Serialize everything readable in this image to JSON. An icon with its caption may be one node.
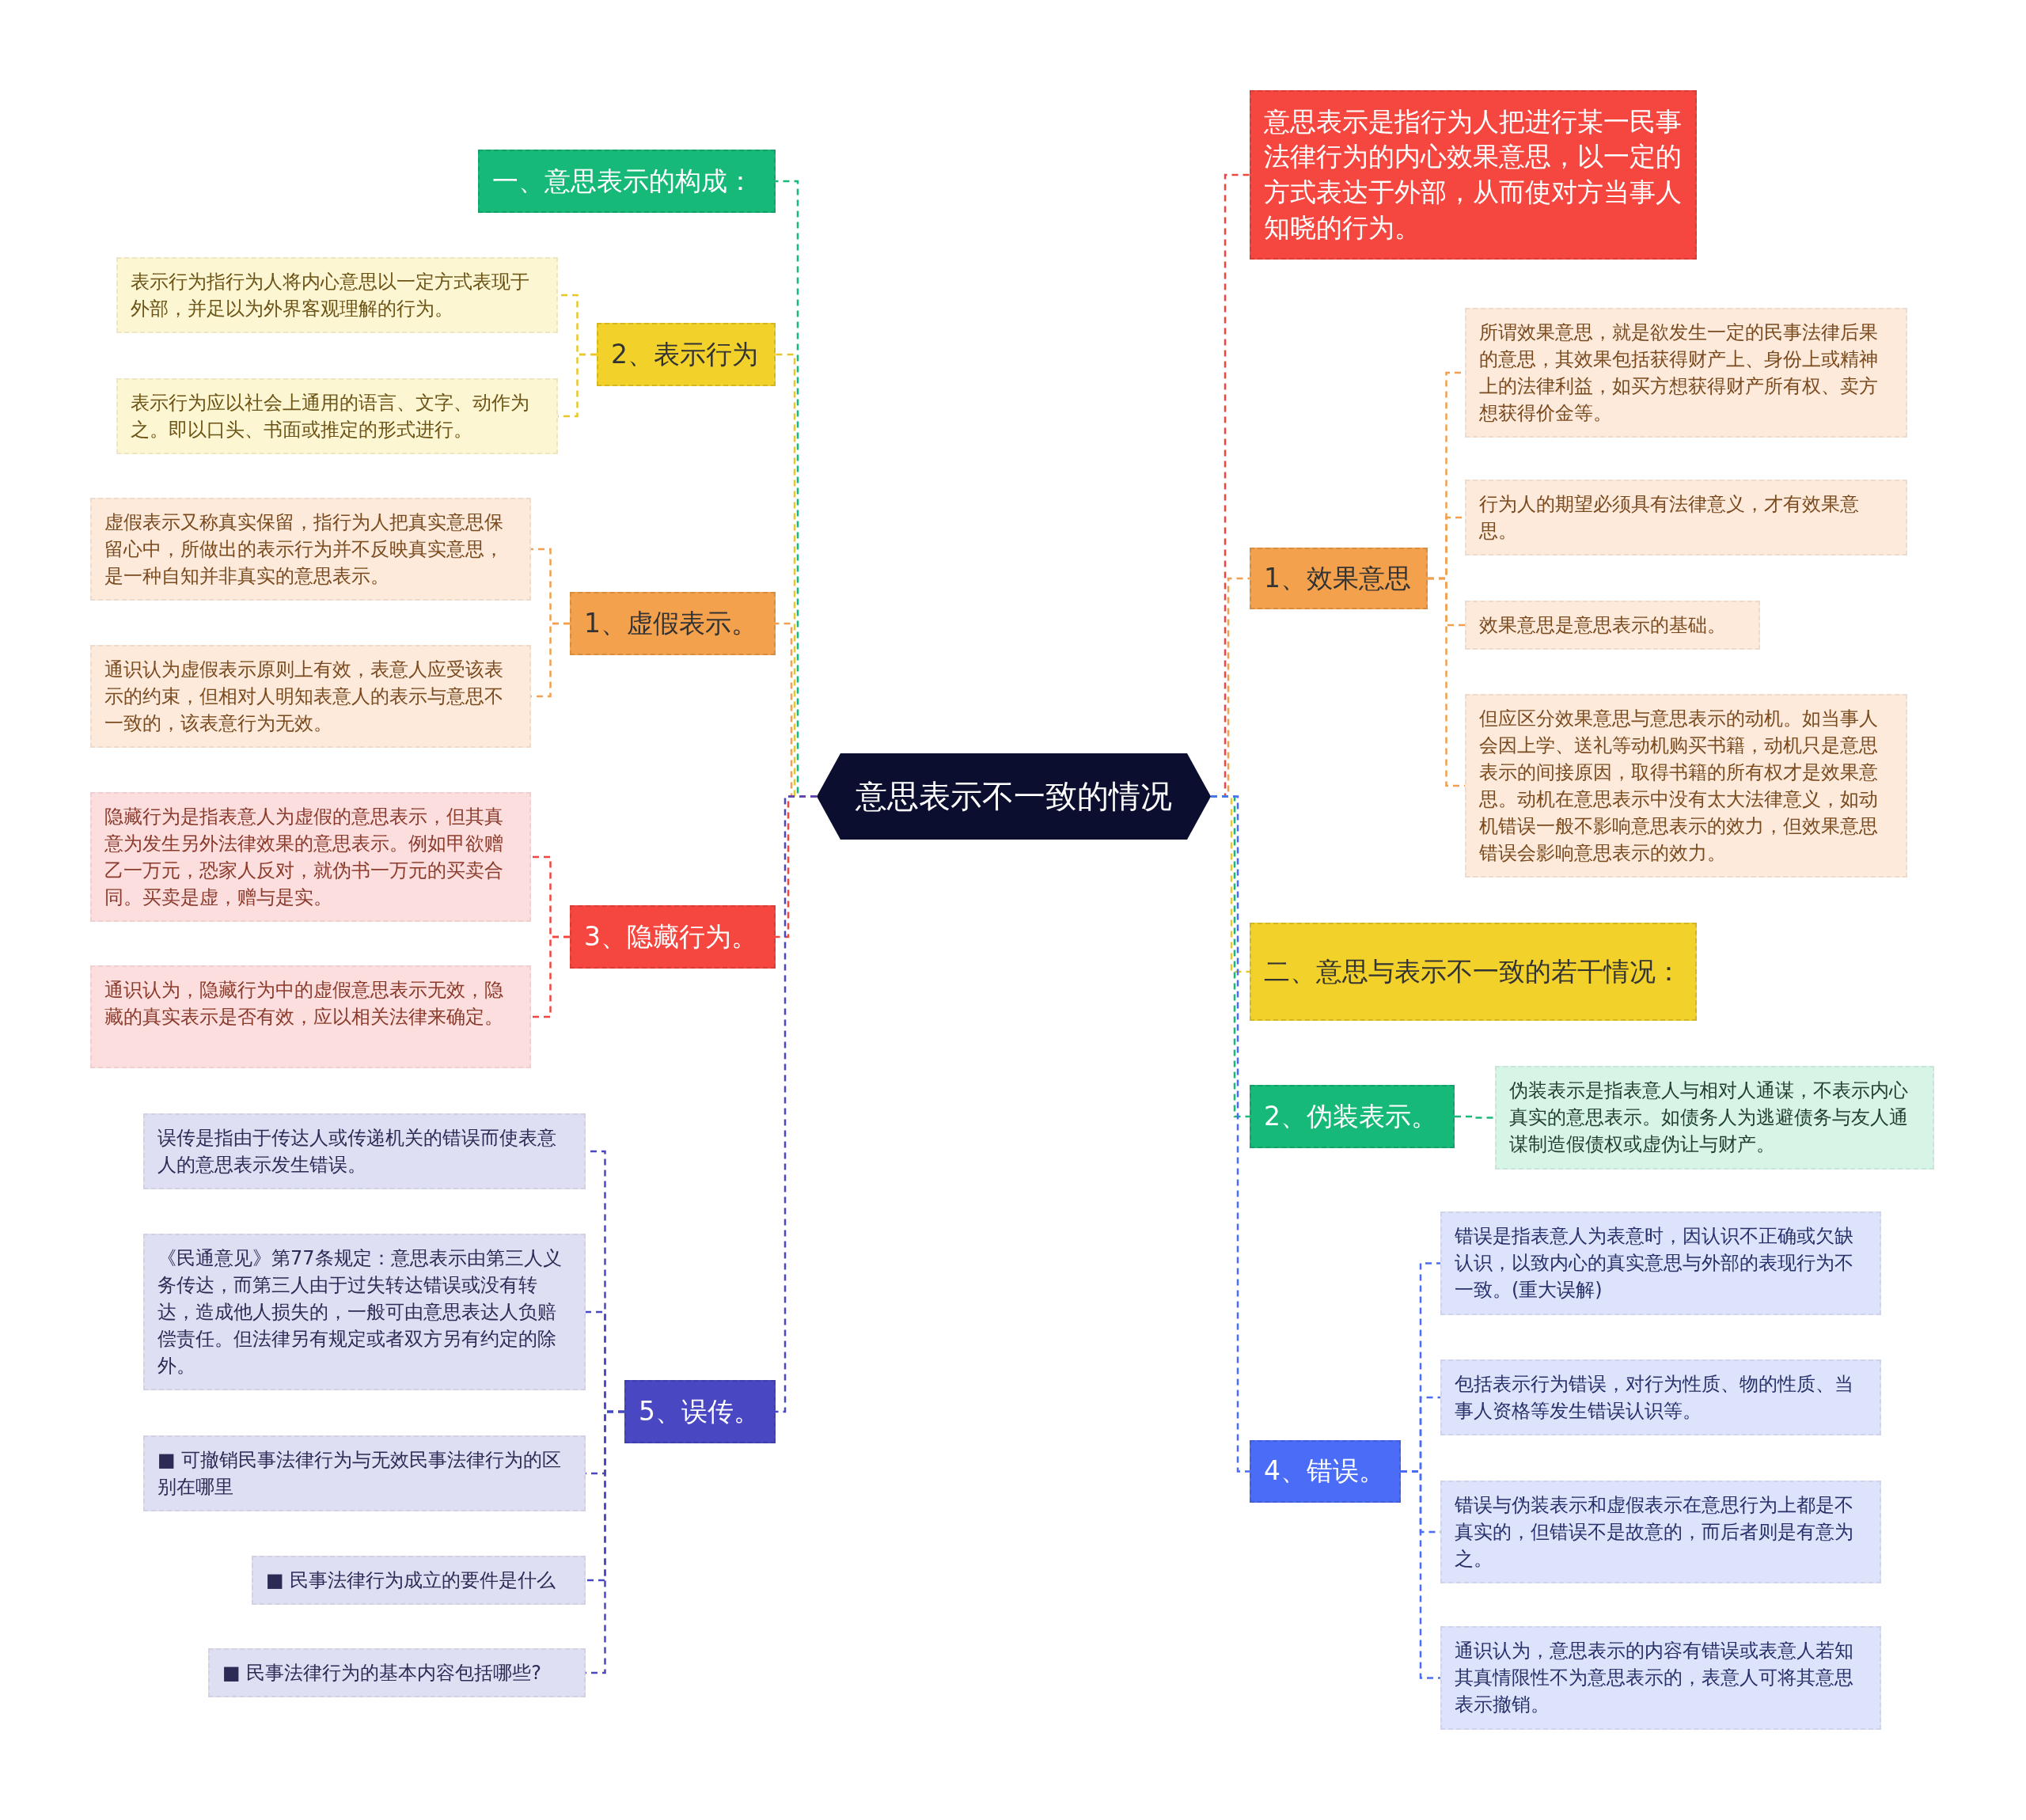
{
  "diagram": {
    "nodes": [
      {
        "text": [
          "意思表示不一致的情况"
        ]
      },
      {
        "text": [
          "一、意思表示的构成："
        ]
      },
      {
        "text": [
          "2、表示行为"
        ]
      },
      {
        "text": [
          "表示行为指行为人将内心意思以一定方式表现于外部，并足以为外界客观理解的行为。"
        ]
      },
      {
        "text": [
          "表示行为应以社会上通用的语言、文字、动作为之。即以口头、书面或推定的形式进行。"
        ]
      },
      {
        "text": [
          "1、虚假表示。"
        ]
      },
      {
        "text": [
          "虚假表示又称真实保留，指行为人把真实意思保留心中，所做出的表示行为并不反映真实意思，是一种自知并非真实的意思表示。"
        ]
      },
      {
        "text": [
          "通识认为虚假表示原则上有效，表意人应受该表示的约束，但相对人明知表意人的表示与意思不一致的，该表意行为无效。"
        ]
      },
      {
        "text": [
          "3、隐藏行为。"
        ]
      },
      {
        "text": [
          "隐藏行为是指表意人为虚假的意思表示，但其真意为发生另外法律效果的意思表示。例如甲欲赠乙一万元，恐家人反对，就伪书一万元的买卖合同。买卖是虚，赠与是实。"
        ]
      },
      {
        "text": [
          "通识认为，隐藏行为中的虚假意思表示无效，隐藏的真实表示是否有效，应以相关法律来确定。"
        ]
      },
      {
        "text": [
          "5、误传。"
        ]
      },
      {
        "text": [
          "误传是指由于传达人或传递机关的错误而使表意人的意思表示发生错误。"
        ]
      },
      {
        "text": [
          "《民通意见》第77条规定：意思表示由第三人义务传达，而第三人由于过失转达错误或没有转达，造成他人损失的，一般可由意思表达人负赔偿责任。但法律另有规定或者双方另有约定的除外。"
        ]
      },
      {
        "text": [
          "■ 可撤销民事法律行为与无效民事法律行为的区别在哪里"
        ]
      },
      {
        "text": [
          "■ 民事法律行为成立的要件是什么"
        ]
      },
      {
        "text": [
          "■ 民事法律行为的基本内容包括哪些?"
        ]
      },
      {
        "text": [
          "意思表示是指行为人把进行某一民事法律行为的内心效果意思，以一定的方式表达于外部，从而使对方当事人知晓的行为。"
        ]
      },
      {
        "text": [
          "1、效果意思"
        ]
      },
      {
        "text": [
          "所谓效果意思，就是欲发生一定的民事法律后果的意思，其效果包括获得财产上、身份上或精神上的法律利益，如买方想获得财产所有权、卖方想获得价金等。"
        ]
      },
      {
        "text": [
          "行为人的期望必须具有法律意义，才有效果意思。"
        ]
      },
      {
        "text": [
          "效果意思是意思表示的基础。"
        ]
      },
      {
        "text": [
          "但应区分效果意思与意思表示的动机。如当事人会因上学、送礼等动机购买书籍，动机只是意思表示的间接原因，取得书籍的所有权才是效果意思。动机在意思表示中没有太大法律意义，如动机错误一般不影响意思表示的效力，但效果意思错误会影响意思表示的效力。"
        ]
      },
      {
        "text": [
          "二、意思与表示不一致的若干情况："
        ]
      },
      {
        "text": [
          "2、伪装表示。"
        ]
      },
      {
        "text": [
          "伪装表示是指表意人与相对人通谋，不表示内心真实的意思表示。如债务人为逃避债务与友人通谋制造假债权或虚伪让与财产。"
        ]
      },
      {
        "text": [
          "4、错误。"
        ]
      },
      {
        "text": [
          "错误是指表意人为表意时，因认识不正确或欠缺认识，以致内心的真实意思与外部的表现行为不一致。(重大误解)"
        ]
      },
      {
        "text": [
          "包括表示行为错误，对行为性质、物的性质、当事人资格等发生错误认识等。"
        ]
      },
      {
        "text": [
          "错误与伪装表示和虚假表示在意思行为上都是不真实的，但错误不是故意的，而后者则是有意为之。"
        ]
      },
      {
        "text": [
          "通识认为，意思表示的内容有错误或表意人若知其真情限性不为意思表示的，表意人可将其意思表示撤销。"
        ]
      }
    ],
    "edges": [
      {
        "from": 0,
        "to": 1,
        "arrow": "none",
        "style": "dashed",
        "color": "#17b978"
      },
      {
        "from": 0,
        "to": 2,
        "arrow": "none",
        "style": "dashed",
        "color": "#e8c72a"
      },
      {
        "from": 0,
        "to": 5,
        "arrow": "none",
        "style": "dashed",
        "color": "#f0a050"
      },
      {
        "from": 0,
        "to": 8,
        "arrow": "none",
        "style": "dashed",
        "color": "#f0463f"
      },
      {
        "from": 0,
        "to": 11,
        "arrow": "none",
        "style": "dashed",
        "color": "#4a47c3"
      },
      {
        "from": 0,
        "to": 17,
        "arrow": "none",
        "style": "dashed",
        "color": "#f0463f"
      },
      {
        "from": 0,
        "to": 18,
        "arrow": "none",
        "style": "dashed",
        "color": "#f0a050"
      },
      {
        "from": 0,
        "to": 23,
        "arrow": "none",
        "style": "dashed",
        "color": "#e8c72a"
      },
      {
        "from": 0,
        "to": 24,
        "arrow": "none",
        "style": "dashed",
        "color": "#17b978"
      },
      {
        "from": 0,
        "to": 26,
        "arrow": "none",
        "style": "dashed",
        "color": "#4a6cf7"
      },
      {
        "from": 2,
        "to": 3,
        "arrow": "none",
        "style": "dashed",
        "color": "#e8c72a"
      },
      {
        "from": 2,
        "to": 4,
        "arrow": "none",
        "style": "dashed",
        "color": "#e8c72a"
      },
      {
        "from": 5,
        "to": 6,
        "arrow": "none",
        "style": "dashed",
        "color": "#f0a050"
      },
      {
        "from": 5,
        "to": 7,
        "arrow": "none",
        "style": "dashed",
        "color": "#f0a050"
      },
      {
        "from": 8,
        "to": 9,
        "arrow": "none",
        "style": "dashed",
        "color": "#f0463f"
      },
      {
        "from": 8,
        "to": 10,
        "arrow": "none",
        "style": "dashed",
        "color": "#f0463f"
      },
      {
        "from": 11,
        "to": 12,
        "arrow": "none",
        "style": "dashed",
        "color": "#4a47c3"
      },
      {
        "from": 11,
        "to": 13,
        "arrow": "none",
        "style": "dashed",
        "color": "#4a47c3"
      },
      {
        "from": 11,
        "to": 14,
        "arrow": "none",
        "style": "dashed",
        "color": "#4a47c3"
      },
      {
        "from": 11,
        "to": 15,
        "arrow": "none",
        "style": "dashed",
        "color": "#4a47c3"
      },
      {
        "from": 11,
        "to": 16,
        "arrow": "none",
        "style": "dashed",
        "color": "#4a47c3"
      },
      {
        "from": 18,
        "to": 19,
        "arrow": "none",
        "style": "dashed",
        "color": "#f0a050"
      },
      {
        "from": 18,
        "to": 20,
        "arrow": "none",
        "style": "dashed",
        "color": "#f0a050"
      },
      {
        "from": 18,
        "to": 21,
        "arrow": "none",
        "style": "dashed",
        "color": "#f0a050"
      },
      {
        "from": 18,
        "to": 22,
        "arrow": "none",
        "style": "dashed",
        "color": "#f0a050"
      },
      {
        "from": 24,
        "to": 25,
        "arrow": "none",
        "style": "dashed",
        "color": "#17b978"
      },
      {
        "from": 26,
        "to": 27,
        "arrow": "none",
        "style": "dashed",
        "color": "#4a6cf7"
      },
      {
        "from": 26,
        "to": 28,
        "arrow": "none",
        "style": "dashed",
        "color": "#4a6cf7"
      },
      {
        "from": 26,
        "to": 29,
        "arrow": "none",
        "style": "dashed",
        "color": "#4a6cf7"
      },
      {
        "from": 26,
        "to": 30,
        "arrow": "none",
        "style": "dashed",
        "color": "#4a6cf7"
      }
    ]
  }
}
